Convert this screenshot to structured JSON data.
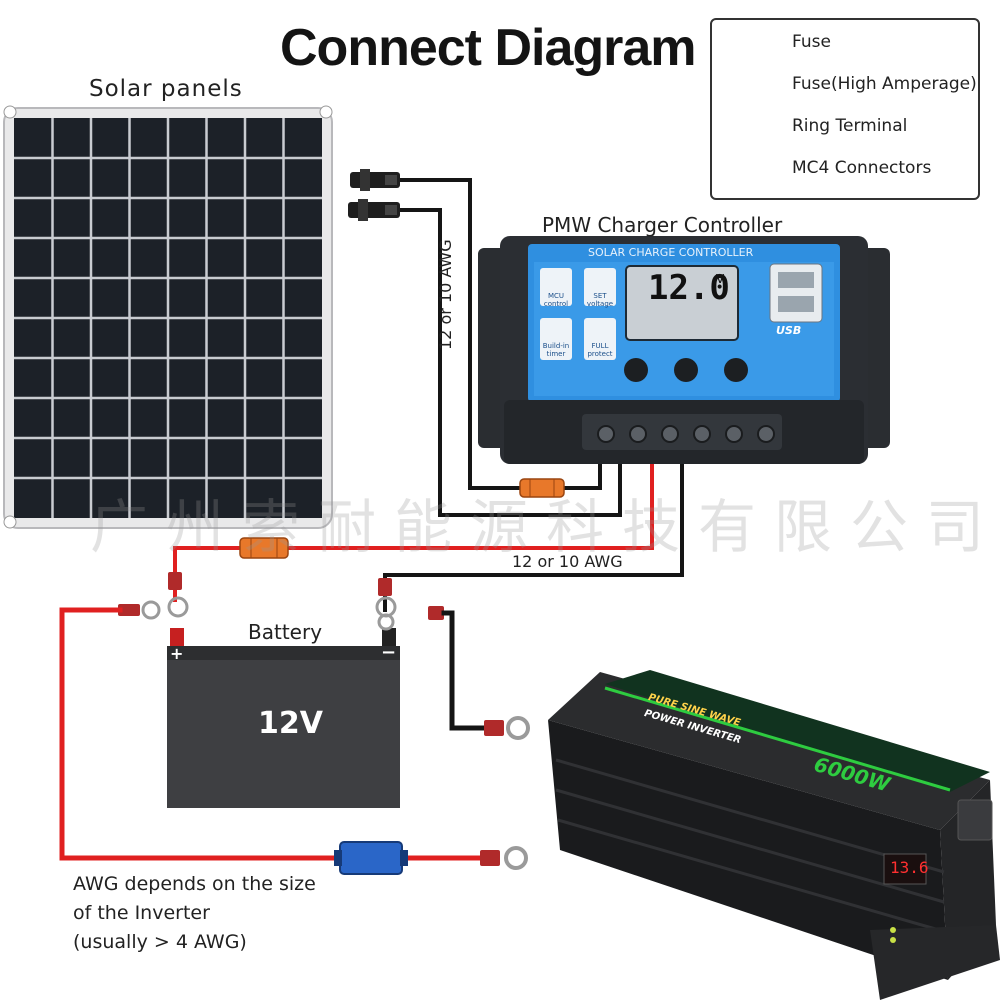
{
  "title": "Connect Diagram",
  "labels": {
    "solar_panels": "Solar panels",
    "charger_title": "PMW Charger Controller",
    "controller_header": "SOLAR CHARGE CONTROLLER",
    "lcd_value": "12.0",
    "lcd_unit": "V",
    "btn_mcu": "MCU control",
    "btn_set": "SET voltage",
    "btn_timer": "Build-in timer",
    "btn_full": "FULL protect",
    "usb": "USB",
    "wire_upper": "12 or 10 AWG",
    "wire_lower": "12 or 10 AWG",
    "battery": "Battery",
    "battery_voltage": "12V",
    "battery_plus": "+",
    "battery_minus": "−",
    "inverter_wave": "PURE SINE WAVE",
    "inverter_name": "POWER INVERTER",
    "inverter_power": "6000W",
    "inverter_display": "13.6",
    "note_line1": "AWG depends on the size",
    "note_line2": "of the Inverter",
    "note_line3": "(usually  > 4 AWG)",
    "watermark": "广州索耐能源科技有限公司"
  },
  "legend": {
    "items": [
      {
        "label": "Fuse",
        "icon": "fuse-icon",
        "color": "#e8782a"
      },
      {
        "label": "Fuse(High Amperage)",
        "icon": "high-amp-fuse-icon",
        "color": "#2a66c8"
      },
      {
        "label": "Ring Terminal",
        "icon": "ring-terminal-icon",
        "color": "#b02a2a"
      },
      {
        "label": "MC4 Connectors",
        "icon": "mc4-connector-icon",
        "color": "#222222"
      }
    ]
  },
  "colors": {
    "positive_wire": "#e02020",
    "negative_wire": "#151515",
    "controller_blue": "#2f8fe0",
    "fuse": "#e8782a",
    "high_amp_fuse": "#2a66c8"
  }
}
